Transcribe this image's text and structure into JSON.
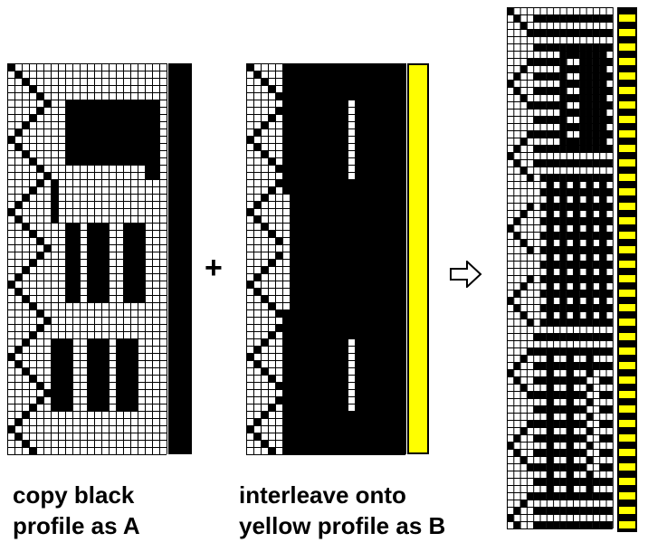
{
  "captions": {
    "left_line1": "copy black",
    "left_line2": "profile as A",
    "right_line1": "interleave onto",
    "right_line2": "yellow profile as B"
  },
  "operators": {
    "plus": "+"
  },
  "icons": {
    "arrow": "right-arrow-icon"
  },
  "colors": {
    "black": "#000000",
    "yellow": "#ffff00",
    "grid_line": "#000000",
    "background": "#ffffff"
  }
}
